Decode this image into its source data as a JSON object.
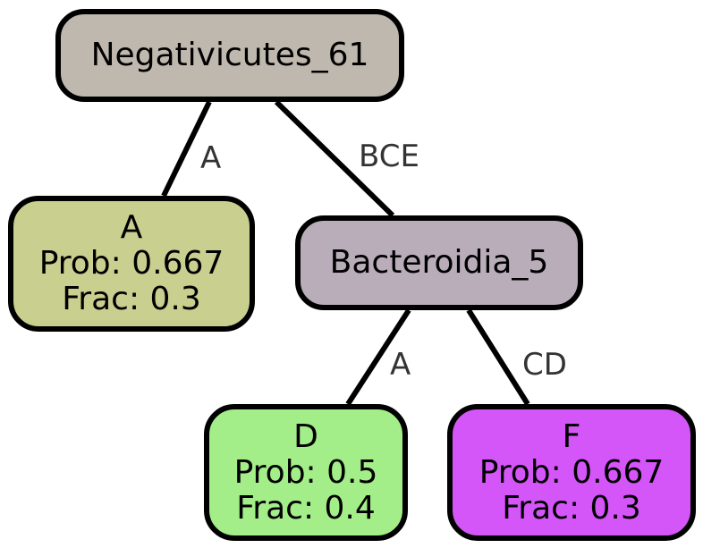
{
  "tree": {
    "root": {
      "label": "Negativicutes_61",
      "color": "#bfb8ae"
    },
    "leaf_a": {
      "label": "A",
      "prob": "Prob: 0.667",
      "frac": "Frac: 0.3",
      "color": "#c8cf8f"
    },
    "internal": {
      "label": "Bacteroidia_5",
      "color": "#b9adba"
    },
    "leaf_d": {
      "label": "D",
      "prob": "Prob: 0.5",
      "frac": "Frac: 0.4",
      "color": "#a3ee89"
    },
    "leaf_f": {
      "label": "F",
      "prob": "Prob: 0.667",
      "frac": "Frac: 0.3",
      "color": "#d556f8"
    }
  },
  "edges": {
    "root_to_a": "A",
    "root_to_internal": "BCE",
    "internal_to_d": "A",
    "internal_to_f": "CD"
  }
}
